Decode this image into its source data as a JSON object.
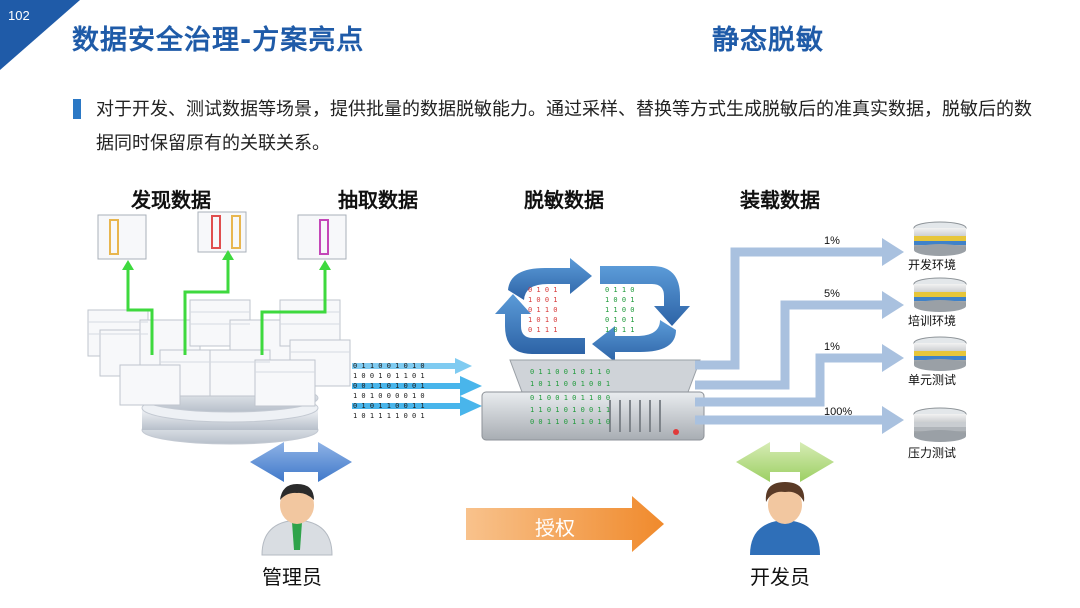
{
  "page_number": "102",
  "title": "数据安全治理-方案亮点",
  "subtitle": "静态脱敏",
  "description": "对于开发、测试数据等场景，提供批量的数据脱敏能力。通过采样、替换等方式生成脱敏后的准真实数据，脱敏后的数据同时保留原有的关联关系。",
  "stages": {
    "discover": "发现数据",
    "extract": "抽取数据",
    "mask": "脱敏数据",
    "load": "装载数据"
  },
  "targets": [
    {
      "name": "开发环境",
      "percent": "1%"
    },
    {
      "name": "培训环境",
      "percent": "5%"
    },
    {
      "name": "单元测试",
      "percent": "1%"
    },
    {
      "name": "压力测试",
      "percent": "100%"
    }
  ],
  "roles": {
    "admin": "管理员",
    "developer": "开发员"
  },
  "authorize_label": "授权",
  "colors": {
    "title_blue": "#1f5ba8",
    "accent_blue": "#2b78c5",
    "flow_arrow": "#a9c1df",
    "green_line": "#3ed93e",
    "orange_arrow": "#f39a3f",
    "light_green": "#b6dd86"
  }
}
